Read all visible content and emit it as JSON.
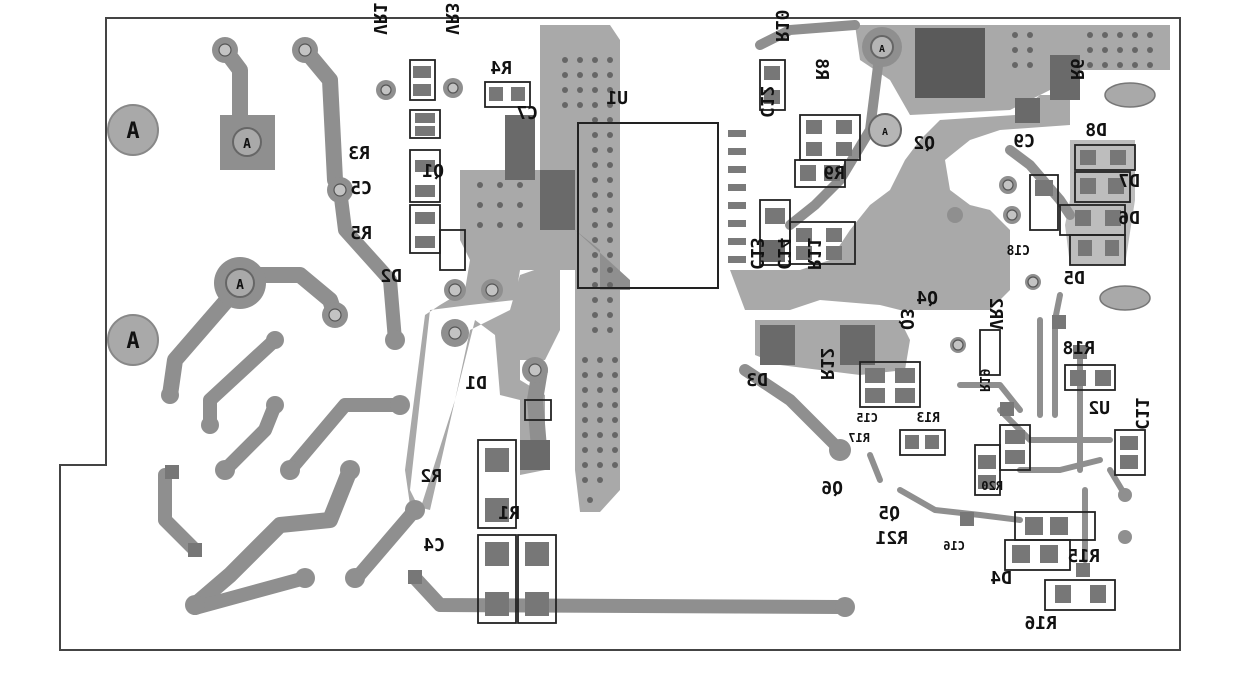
{
  "board": {
    "outline_color": "#444444",
    "copper_color": "#a9a9a9",
    "pad_color": "#7f7f7f",
    "silk_color": "#111111",
    "background": "#ffffff",
    "mirrored_text": true
  },
  "labels": {
    "VR1": "VR1",
    "VR3": "VR3",
    "R4": "R4",
    "U1": "U1",
    "C7": "C7",
    "R10": "R10",
    "R8": "R8",
    "R6": "R6",
    "C12": "C12",
    "R9": "R9",
    "Q2": "Q2",
    "C9": "C9",
    "D8": "D8",
    "D7": "D7",
    "D6": "D6",
    "C18": "C18",
    "D5": "D5",
    "R3": "R3",
    "Q1": "Q1",
    "C5": "C5",
    "R5": "R5",
    "D2": "D2",
    "C13": "C13",
    "C14": "C14",
    "R11": "R11",
    "Q4": "Q4",
    "Q3": "Q3",
    "VR2": "VR2",
    "R18": "R18",
    "D3": "D3",
    "R12": "R12",
    "C15": "C15",
    "R19": "R19",
    "R13": "R13",
    "U2": "U2",
    "C11": "C11",
    "D1": "D1",
    "R17": "R17",
    "R2": "R2",
    "Q6": "Q6",
    "R20": "R20",
    "R1": "R1",
    "Q5": "Q5",
    "R21": "R21",
    "C16": "C16",
    "R15": "R15",
    "C4": "C4",
    "D4": "D4",
    "R16": "R16",
    "A": "A"
  }
}
